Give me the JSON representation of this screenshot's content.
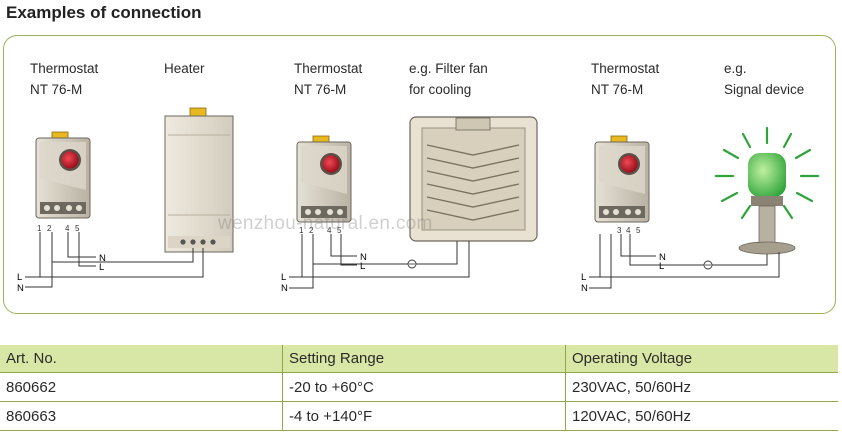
{
  "title": "Examples of connection",
  "example1": {
    "thermostat_label": [
      "Thermostat",
      "NT 76-M"
    ],
    "device_label": [
      "Heater"
    ],
    "terminals": [
      "1",
      "2",
      "4",
      "5"
    ],
    "wire_N": "N",
    "wire_L": "L",
    "mains_L": "L",
    "mains_N": "N"
  },
  "example2": {
    "thermostat_label": [
      "Thermostat",
      "NT 76-M"
    ],
    "device_label": [
      "e.g. Filter fan",
      "for cooling"
    ],
    "terminals": [
      "1",
      "2",
      "4",
      "5"
    ],
    "wire_N": "N",
    "wire_L": "L",
    "mains_L": "L",
    "mains_N": "N"
  },
  "example3": {
    "thermostat_label": [
      "Thermostat",
      "NT 76-M"
    ],
    "device_label": [
      "e.g.",
      "Signal device"
    ],
    "terminals": [
      "3",
      "4",
      "5"
    ],
    "wire_N": "N",
    "wire_L": "L",
    "mains_L": "L",
    "mains_N": "N"
  },
  "watermark": "wenzhou-natural.en.com",
  "colors": {
    "accent_green": "#9bb25a",
    "table_header": "#d9e7a6",
    "thermostat_body": "#c9c2b4",
    "dial_red": "#c8172a",
    "clip_yellow": "#e8b820",
    "lamp_green": "#2ea43a"
  },
  "table": {
    "headers": [
      "Art. No.",
      "Setting Range",
      "Operating Voltage"
    ],
    "rows": [
      [
        "860662",
        "-20 to +60°C",
        "230VAC, 50/60Hz"
      ],
      [
        "860663",
        "-4 to +140°F",
        "120VAC, 50/60Hz"
      ]
    ]
  }
}
